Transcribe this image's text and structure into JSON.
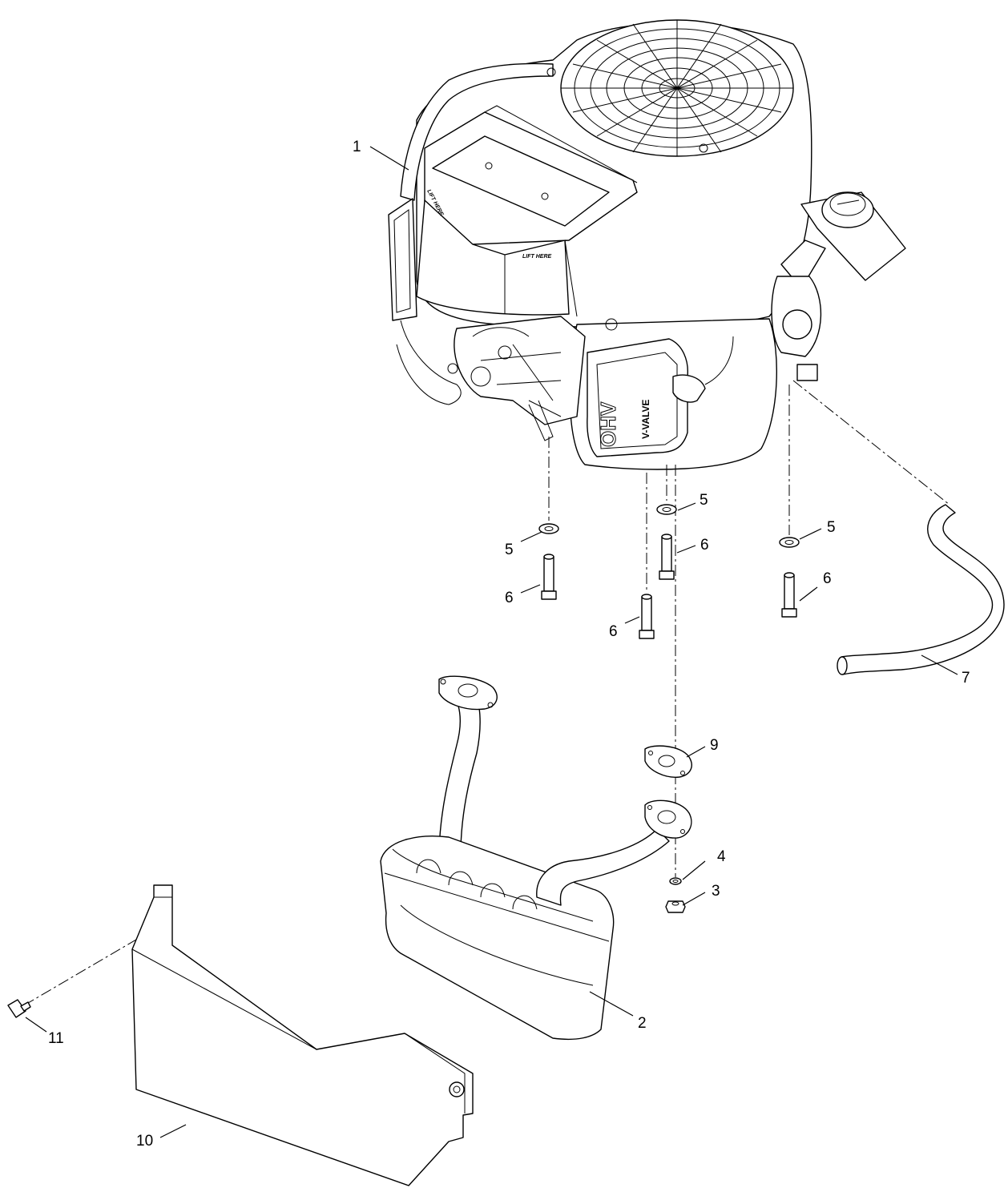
{
  "diagram": {
    "decals": {
      "lift_here_top": "LIFT HERE",
      "lift_here_front": "LIFT HERE",
      "brand_main": "OHV",
      "brand_sub": "V-VALVE"
    },
    "callouts": [
      {
        "id": "c1",
        "label": "1"
      },
      {
        "id": "c2",
        "label": "2"
      },
      {
        "id": "c3",
        "label": "3"
      },
      {
        "id": "c4",
        "label": "4"
      },
      {
        "id": "c5a",
        "label": "5"
      },
      {
        "id": "c5b",
        "label": "5"
      },
      {
        "id": "c5c",
        "label": "5"
      },
      {
        "id": "c6a",
        "label": "6"
      },
      {
        "id": "c6b",
        "label": "6"
      },
      {
        "id": "c6c",
        "label": "6"
      },
      {
        "id": "c6d",
        "label": "6"
      },
      {
        "id": "c7",
        "label": "7"
      },
      {
        "id": "c9",
        "label": "9"
      },
      {
        "id": "c10",
        "label": "10"
      },
      {
        "id": "c11",
        "label": "11"
      }
    ]
  }
}
